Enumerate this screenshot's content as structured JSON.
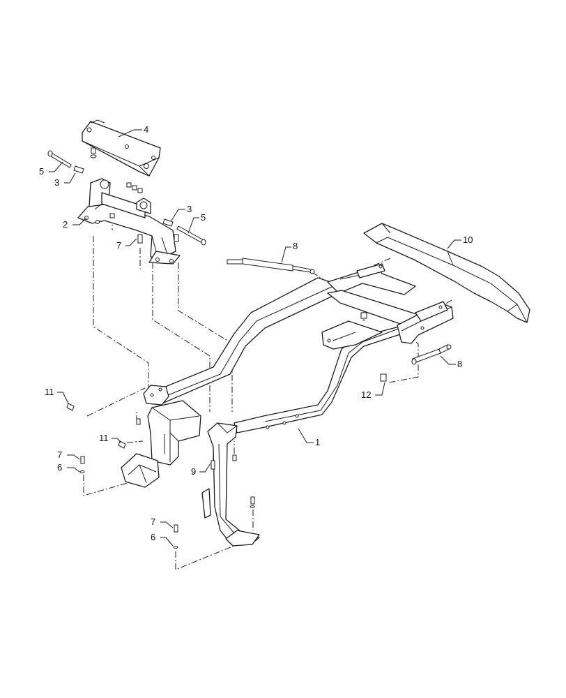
{
  "callouts": [
    {
      "id": "c1",
      "label": "1"
    },
    {
      "id": "c2",
      "label": "2"
    },
    {
      "id": "c3a",
      "label": "3"
    },
    {
      "id": "c3b",
      "label": "3"
    },
    {
      "id": "c4",
      "label": "4"
    },
    {
      "id": "c5a",
      "label": "5"
    },
    {
      "id": "c5b",
      "label": "5"
    },
    {
      "id": "c6a",
      "label": "6"
    },
    {
      "id": "c6b",
      "label": "6"
    },
    {
      "id": "c7a",
      "label": "7"
    },
    {
      "id": "c7b",
      "label": "7"
    },
    {
      "id": "c7c",
      "label": "7"
    },
    {
      "id": "c8a",
      "label": "8"
    },
    {
      "id": "c8b",
      "label": "8"
    },
    {
      "id": "c9",
      "label": "9"
    },
    {
      "id": "c10",
      "label": "10"
    },
    {
      "id": "c11a",
      "label": "11"
    },
    {
      "id": "c11b",
      "label": "11"
    },
    {
      "id": "c12",
      "label": "12"
    }
  ]
}
